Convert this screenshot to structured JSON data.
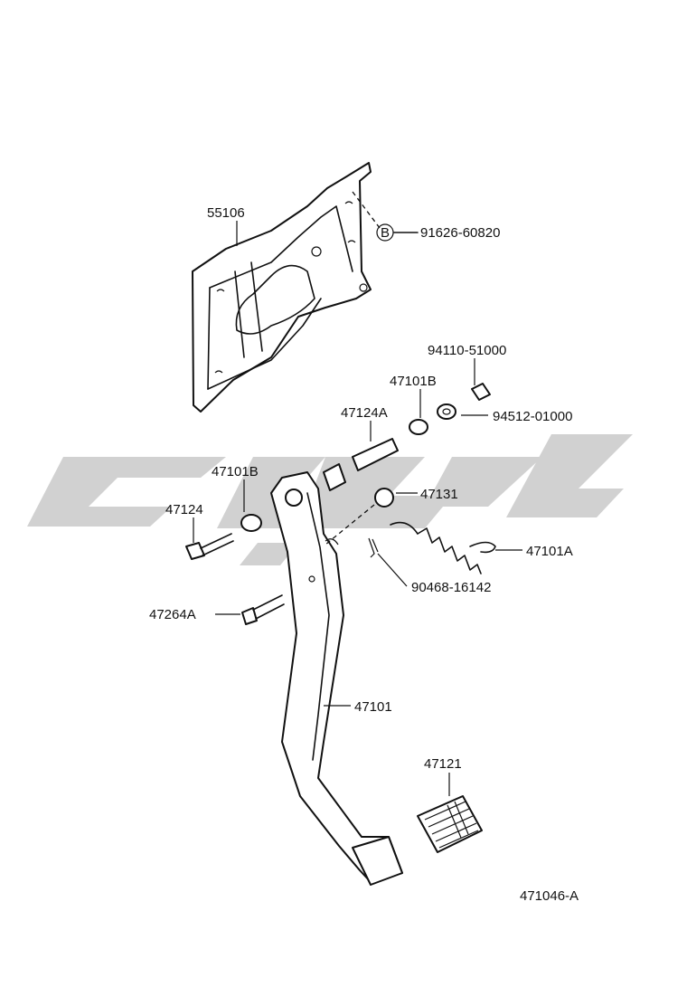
{
  "diagram": {
    "callouts": {
      "p55106": "55106",
      "p91626_60820": "91626-60820",
      "p94110_51000": "94110-51000",
      "p47101B_top": "47101B",
      "p94512_01000": "94512-01000",
      "p47124A": "47124A",
      "p47101B_left": "47101B",
      "p47131": "47131",
      "p47124": "47124",
      "p47101A": "47101A",
      "p90468_16142": "90468-16142",
      "p47264A": "47264A",
      "p47101": "47101",
      "p47121": "47121",
      "figure_id": "471046-A"
    },
    "marker_b": "B"
  }
}
